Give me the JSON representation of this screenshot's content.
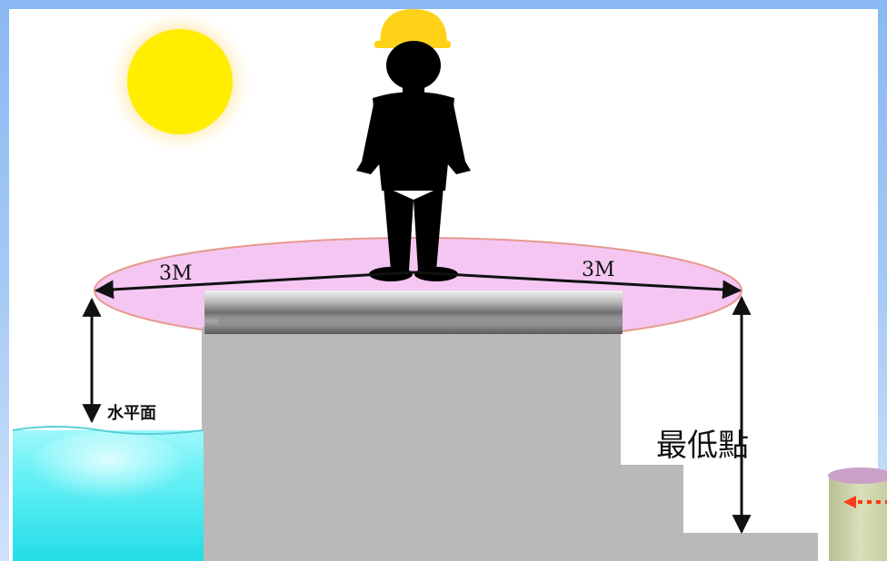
{
  "diagram": {
    "left_radius_label": "3M",
    "right_radius_label": "3M",
    "water_level_label": "水平面",
    "lowest_point_label": "最低點"
  },
  "colors": {
    "frame_blue": "#7fb0f0",
    "sun": "#ffee00",
    "helmet": "#ffd21a",
    "ellipse_fill": "#f4c6f1",
    "ellipse_stroke": "#e59a8e",
    "platform": "#b8b8b8",
    "water": "#66f0f4",
    "arrow_red": "#ff3a1a"
  },
  "icons": {
    "worker": "worker-silhouette-icon",
    "sun": "sun-icon"
  }
}
